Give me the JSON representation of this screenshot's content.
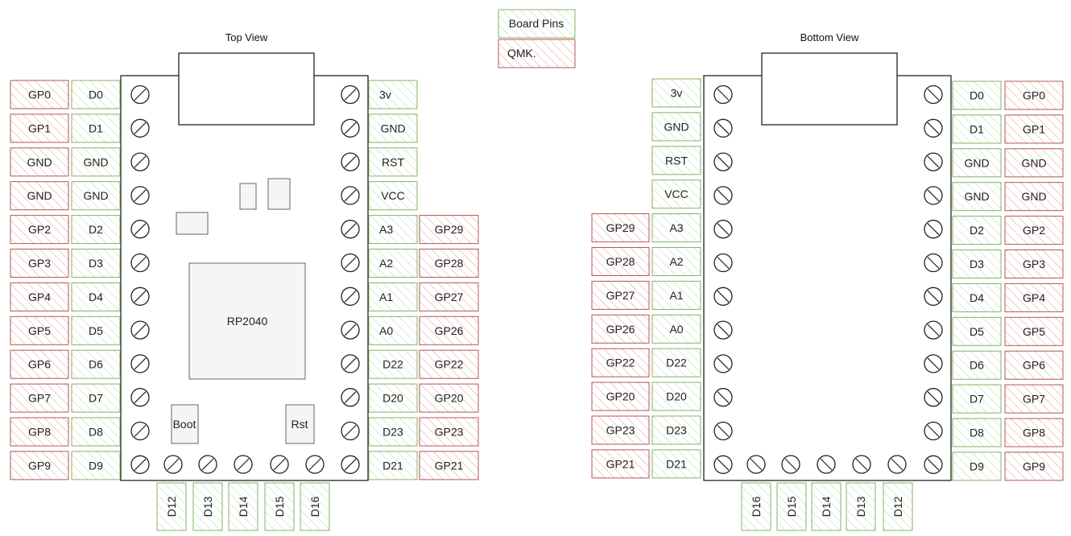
{
  "legend": {
    "board_pins": "Board Pins",
    "qmk": "QMK.",
    "colors": {
      "board": "#82b366",
      "board_fill": "#d5e8d4",
      "qmk": "#b85450",
      "qmk_fill": "#f8cecc"
    }
  },
  "top_view": {
    "title": "Top View",
    "chip_label": "RP2040",
    "boot_label": "Boot",
    "rst_label": "Rst",
    "left_qmk": [
      "GP0",
      "GP1",
      "GND",
      "GND",
      "GP2",
      "GP3",
      "GP4",
      "GP5",
      "GP6",
      "GP7",
      "GP8",
      "GP9"
    ],
    "left_board": [
      "D0",
      "D1",
      "GND",
      "GND",
      "D2",
      "D3",
      "D4",
      "D5",
      "D6",
      "D7",
      "D8",
      "D9"
    ],
    "right_board": [
      "3v",
      "GND",
      "RST",
      "VCC",
      "A3",
      "A2",
      "A1",
      "A0",
      "D22",
      "D20",
      "D23",
      "D21"
    ],
    "right_qmk": [
      "",
      "",
      "",
      "",
      "GP29",
      "GP28",
      "GP27",
      "GP26",
      "GP22",
      "GP20",
      "GP23",
      "GP21"
    ],
    "bottom_board": [
      "D12",
      "D13",
      "D14",
      "D15",
      "D16"
    ]
  },
  "bottom_view": {
    "title": "Bottom View",
    "left_qmk": [
      "",
      "",
      "",
      "",
      "GP29",
      "GP28",
      "GP27",
      "GP26",
      "GP22",
      "GP20",
      "GP23",
      "GP21"
    ],
    "left_board": [
      "3v",
      "GND",
      "RST",
      "VCC",
      "A3",
      "A2",
      "A1",
      "A0",
      "D22",
      "D20",
      "D23",
      "D21"
    ],
    "right_board": [
      "D0",
      "D1",
      "GND",
      "GND",
      "D2",
      "D3",
      "D4",
      "D5",
      "D6",
      "D7",
      "D8",
      "D9"
    ],
    "right_qmk": [
      "GP0",
      "GP1",
      "GND",
      "GND",
      "GP2",
      "GP3",
      "GP4",
      "GP5",
      "GP6",
      "GP7",
      "GP8",
      "GP9"
    ],
    "bottom_board": [
      "D16",
      "D15",
      "D14",
      "D13",
      "D12"
    ]
  }
}
